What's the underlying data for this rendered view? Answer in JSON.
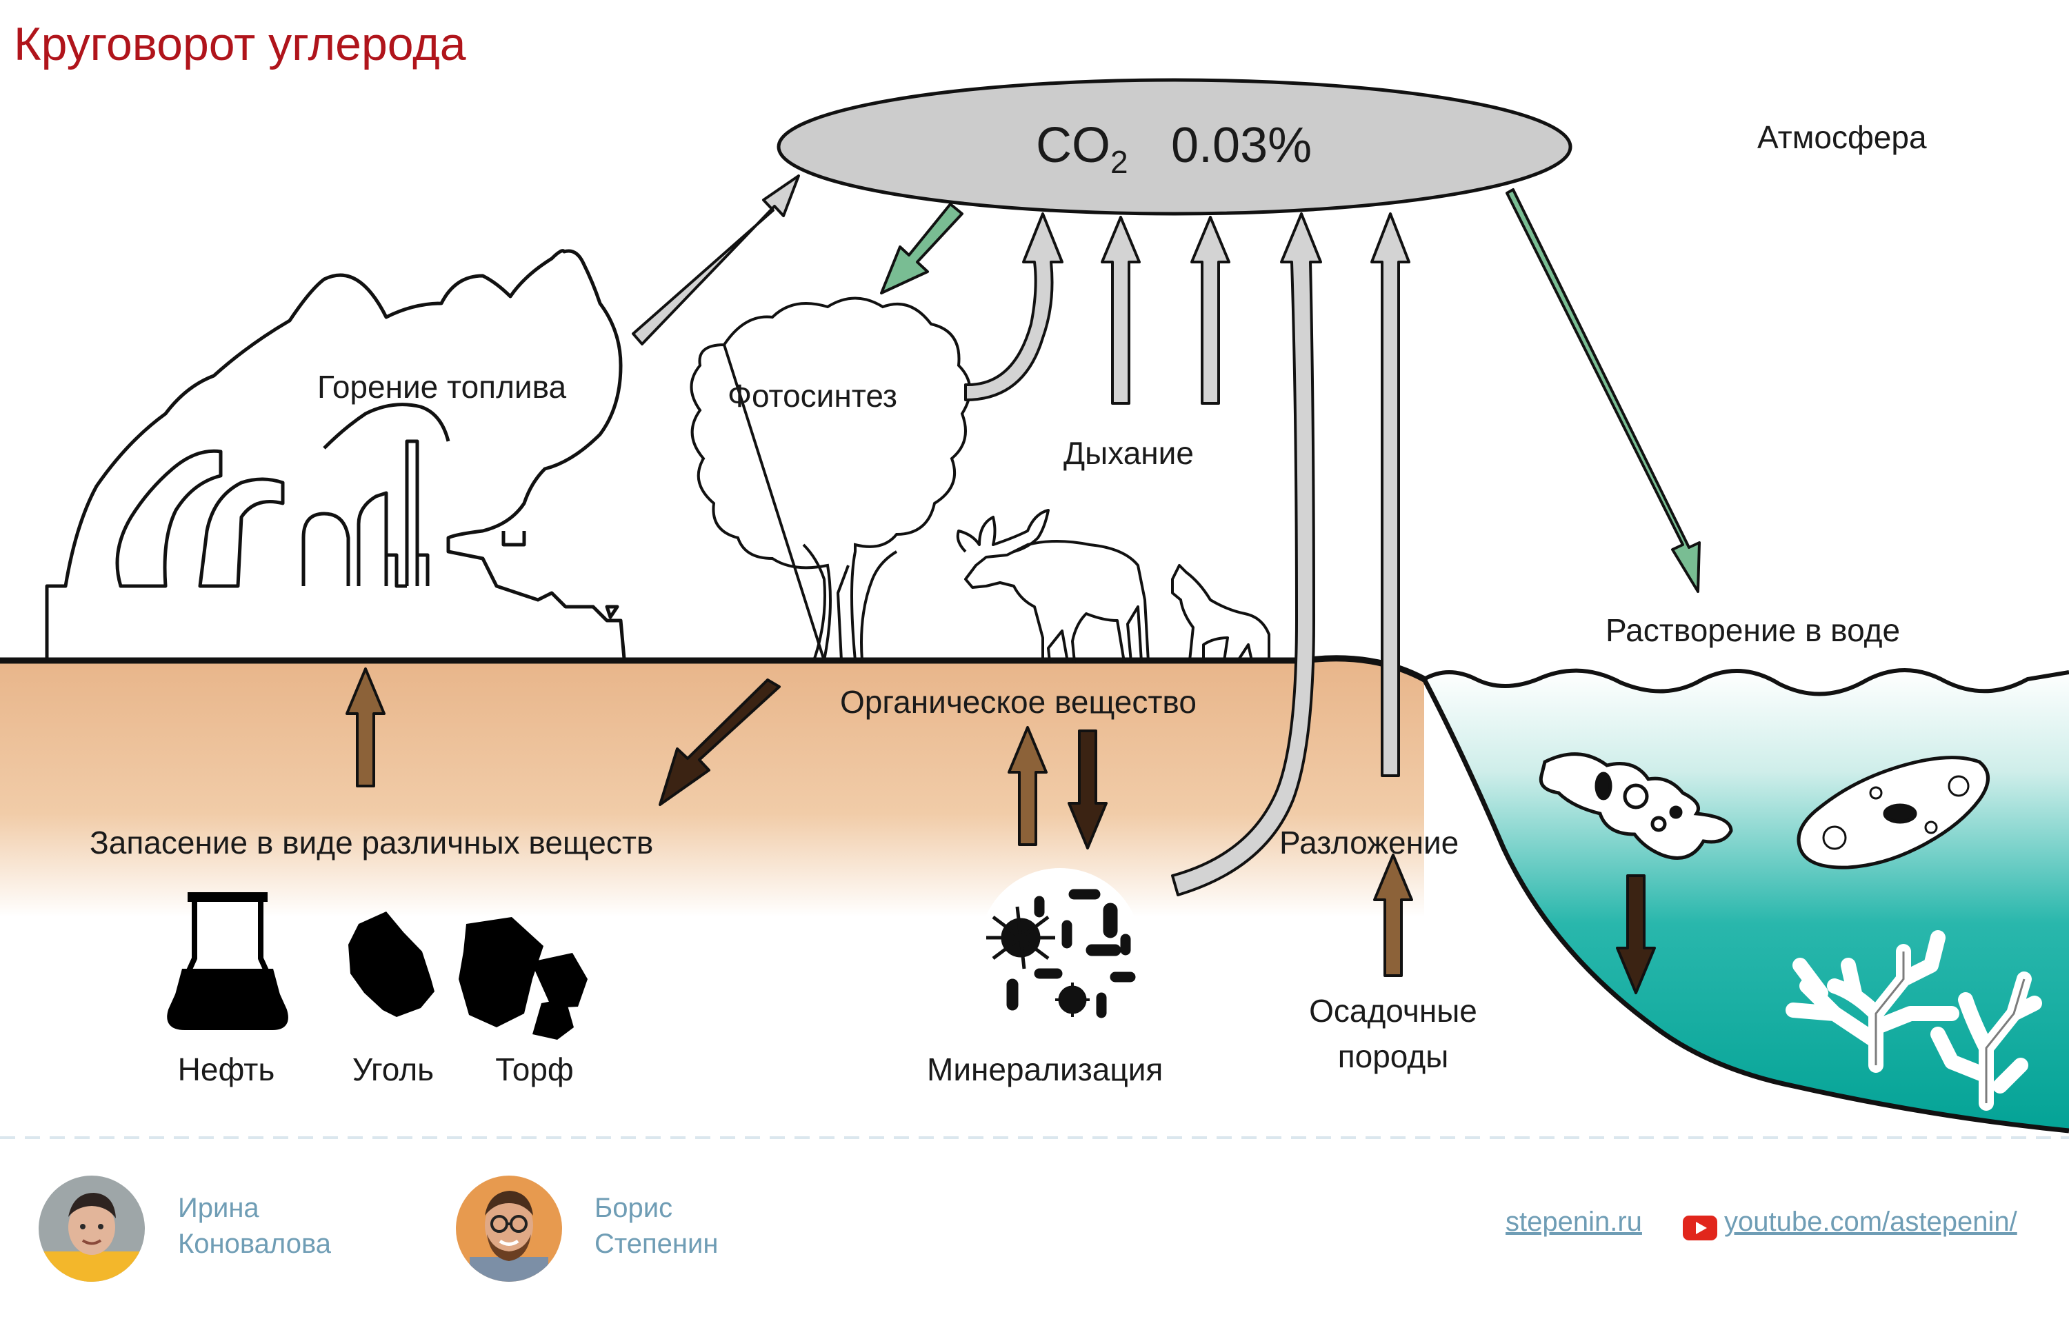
{
  "title": "Круговорот углерода",
  "co2": {
    "formula": "CO",
    "subscript": "2",
    "percent": "0.03%"
  },
  "labels": {
    "atmosphere": "Атмосфера",
    "combustion": "Горение топлива",
    "photosynthesis": "Фотосинтез",
    "respiration": "Дыхание",
    "dissolution": "Растворение в воде",
    "organic": "Органическое вещество",
    "storage": "Запасение в виде различных веществ",
    "decomposition": "Разложение",
    "mineralization": "Минерализация",
    "sediment_line1": "Осадочные",
    "sediment_line2": "породы",
    "oil": "Нефть",
    "coal": "Уголь",
    "peat": "Торф"
  },
  "authors": [
    {
      "first": "Ирина",
      "last": "Коновалова"
    },
    {
      "first": "Борис",
      "last": "Степенин"
    }
  ],
  "links": {
    "site": "stepenin.ru",
    "youtube": "youtube.com/astepenin/"
  },
  "colors": {
    "title": "#b0141b",
    "co2_ellipse": "#cccccc",
    "gray_arrow": "#d3d3d3",
    "green_arrow": "#79bd93",
    "brown_arrow": "#8c6239",
    "dark_arrow": "#3b2313",
    "soil": "#e8b58a",
    "water": "#0aa89c",
    "author_text": "#6f9db5"
  }
}
